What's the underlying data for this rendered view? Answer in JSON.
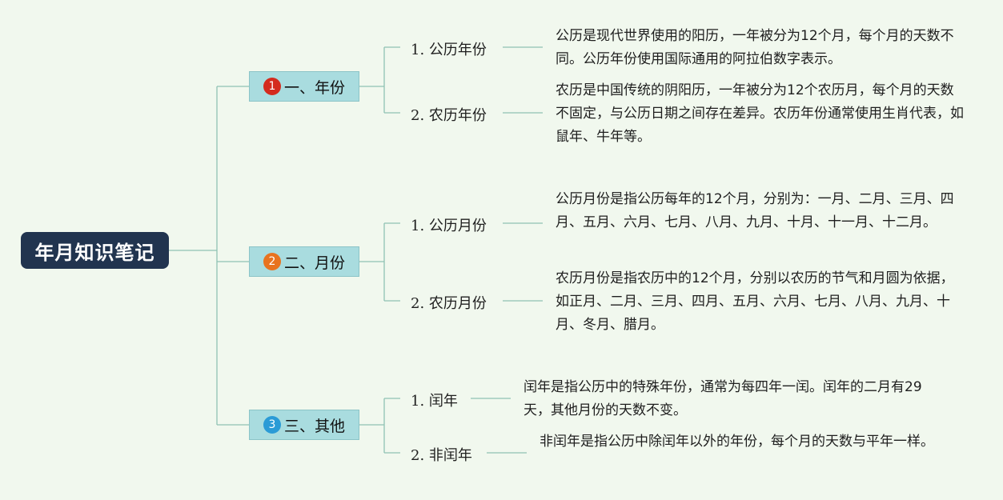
{
  "root": {
    "label": "年月知识笔记"
  },
  "branches": [
    {
      "badge": "1",
      "badge_color": "#d42b1e",
      "label": "一、年份",
      "children": [
        {
          "label": "1. 公历年份",
          "desc": "公历是现代世界使用的阳历，一年被分为12个月，每个月的天数不同。公历年份使用国际通用的阿拉伯数字表示。"
        },
        {
          "label": "2. 农历年份",
          "desc": "农历是中国传统的阴阳历，一年被分为12个农历月，每个月的天数不固定，与公历日期之间存在差异。农历年份通常使用生肖代表，如鼠年、牛年等。"
        }
      ]
    },
    {
      "badge": "2",
      "badge_color": "#e8731f",
      "label": "二、月份",
      "children": [
        {
          "label": "1. 公历月份",
          "desc": "公历月份是指公历每年的12个月，分别为：一月、二月、三月、四月、五月、六月、七月、八月、九月、十月、十一月、十二月。"
        },
        {
          "label": "2. 农历月份",
          "desc": "农历月份是指农历中的12个月，分别以农历的节气和月圆为依据，如正月、二月、三月、四月、五月、六月、七月、八月、九月、十月、冬月、腊月。"
        }
      ]
    },
    {
      "badge": "3",
      "badge_color": "#2b9bd6",
      "label": "三、其他",
      "children": [
        {
          "label": "1. 闰年",
          "desc": "闰年是指公历中的特殊年份，通常为每四年一闰。闰年的二月有29天，其他月份的天数不变。"
        },
        {
          "label": "2. 非闰年",
          "desc": "非闰年是指公历中除闰年以外的年份，每个月的天数与平年一样。"
        }
      ]
    }
  ]
}
